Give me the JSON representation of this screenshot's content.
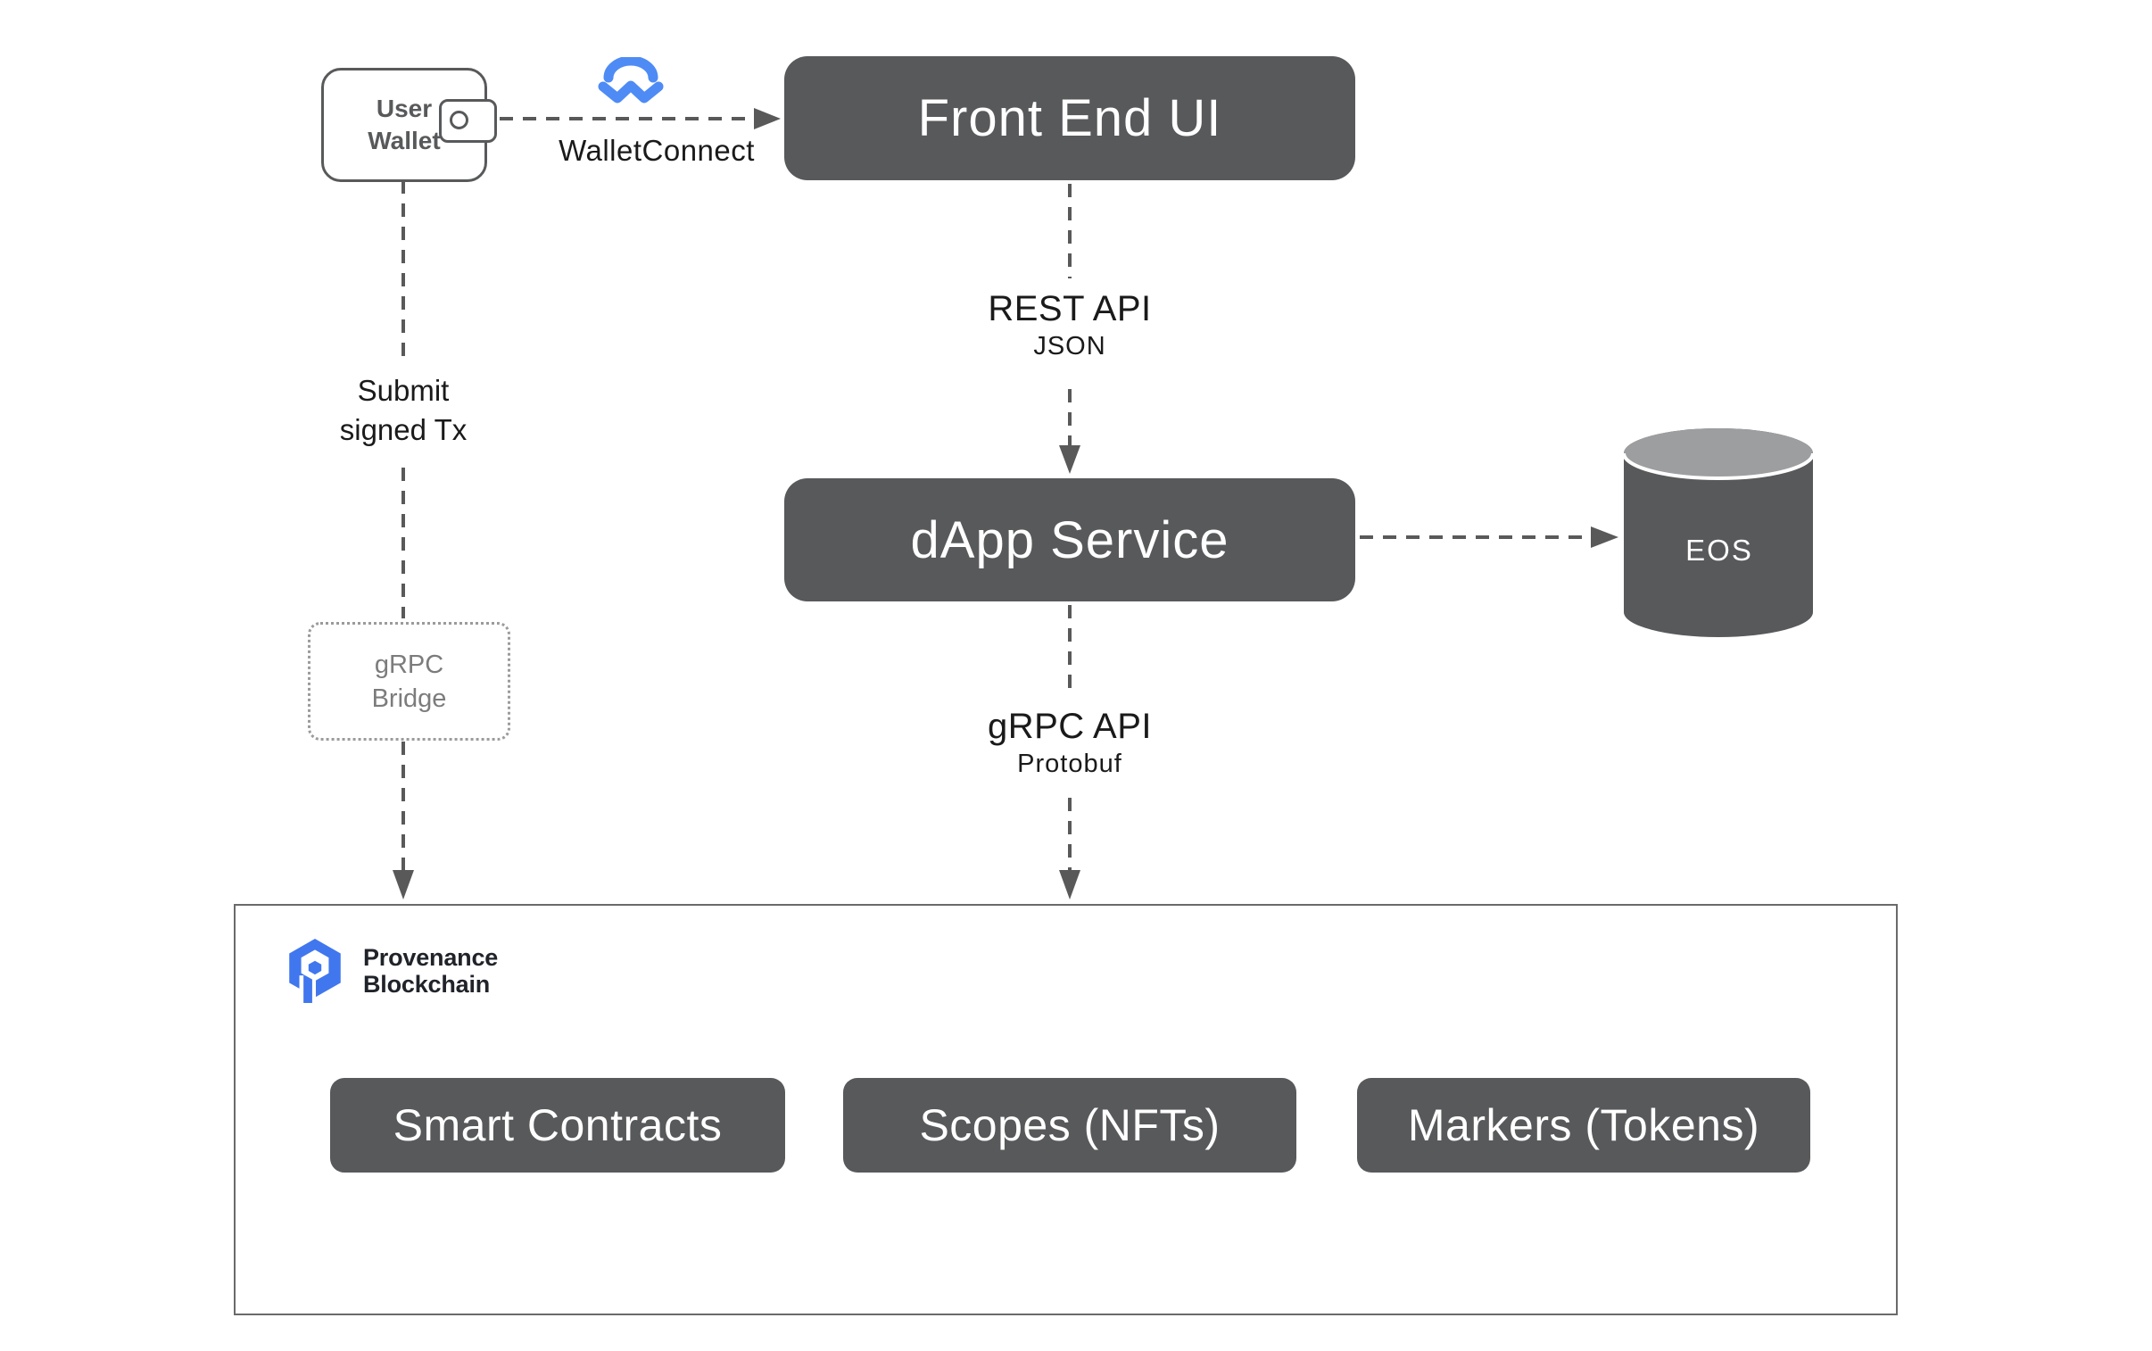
{
  "colors": {
    "node_fill": "#58595B",
    "node_text": "#FFFFFF",
    "line": "#595959",
    "label_text": "#1A1A1A",
    "muted_text": "#7C7C7C",
    "wallet_outline": "#58595B",
    "container_border": "#6A6A6A",
    "cylinder_top": "#9D9EA0",
    "walletconnect_blue": "#4E8BF5",
    "provenance_blue": "#4077EE",
    "provenance_text": "#202329",
    "background": "#FFFFFF"
  },
  "nodes": {
    "user_wallet": {
      "label": "User\nWallet"
    },
    "front_end_ui": {
      "label": "Front End UI"
    },
    "dapp_service": {
      "label": "dApp Service"
    },
    "eos": {
      "label": "EOS"
    },
    "grpc_bridge": {
      "label": "gRPC\nBridge"
    },
    "smart_contracts": {
      "label": "Smart Contracts"
    },
    "scopes_nfts": {
      "label": "Scopes (NFTs)"
    },
    "markers_tokens": {
      "label": "Markers (Tokens)"
    }
  },
  "edges": {
    "wallet_to_frontend": {
      "label": "WalletConnect"
    },
    "frontend_to_dapp": {
      "title": "REST API",
      "subtitle": "JSON"
    },
    "dapp_to_chain": {
      "title": "gRPC API",
      "subtitle": "Protobuf"
    },
    "wallet_to_chain": {
      "label": "Submit\nsigned Tx"
    }
  },
  "branding": {
    "provenance_line1": "Provenance",
    "provenance_line2": "Blockchain"
  }
}
